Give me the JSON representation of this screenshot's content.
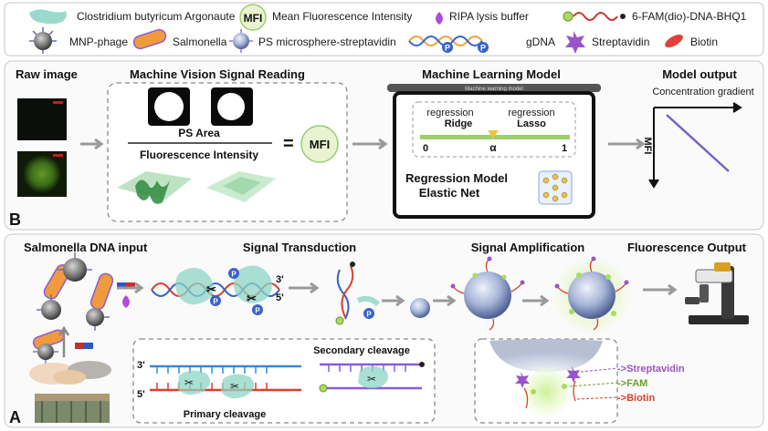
{
  "legend": {
    "row1": {
      "argonaute": "Clostridium butyricum Argonaute",
      "mfi": "Mean Fluorescence Intensity",
      "mfi_badge": "MFI",
      "ripa": "RIPA lysis buffer",
      "probe": "6-FAM(dio)-DNA-BHQ1"
    },
    "row2": {
      "mnp": "MNP-phage",
      "salmonella": "Salmonella",
      "ps": "PS microsphere-streptavidin",
      "gdna": "gDNA",
      "gdna_p": "P",
      "streptavidin": "Streptavidin",
      "biotin": "Biotin"
    }
  },
  "panel_b": {
    "letter": "B",
    "raw_image": {
      "title": "Raw image"
    },
    "signal_reading": {
      "title": "Machine Vision Signal Reading",
      "numerator": "Fluorescence Intensity",
      "denominator": "PS Area",
      "equals": "=",
      "result": "MFI"
    },
    "ml_model": {
      "title": "Machine Learning Model",
      "screen_caption": "Machine learning model",
      "ridge": "Ridge",
      "ridge_sub": "regression",
      "lasso": "Lasso",
      "lasso_sub": "regression",
      "scale_left": "0",
      "scale_mid": "α",
      "scale_right": "1",
      "elastic_line1": "Elastic Net",
      "elastic_line2": "Regression Model"
    },
    "output": {
      "title": "Model output",
      "subtitle": "Concentration gradient",
      "ylabel": "MFI"
    }
  },
  "panel_a": {
    "letter": "A",
    "dna_input": {
      "title": "Salmonella DNA input"
    },
    "transduction": {
      "title": "Signal Transduction",
      "end3": "3'",
      "end5": "5'",
      "p": "P"
    },
    "amplification": {
      "title": "Signal Amplification"
    },
    "fluor_output": {
      "title": "Fluorescence Output"
    },
    "cleavage": {
      "primary": "Primary cleavage",
      "secondary": "Secondary cleavage",
      "end3": "3'",
      "end5": "5'"
    },
    "zoom_labels": {
      "streptavidin": "->Streptavidin",
      "fam": "->FAM",
      "biotin": "->Biotin"
    }
  },
  "colors": {
    "argonaute": "#8ed6c6",
    "mfi_circle": "#e8f3d0",
    "ripa": "#b24ad8",
    "salmonella": "#f09a3e",
    "ps_bead": "#7a8fc4",
    "streptavidin": "#9a54c8",
    "biotin": "#e0403a",
    "dna_red": "#d8402c",
    "dna_blue": "#3462c4",
    "fam_green": "#a8dc5a",
    "scale_bar": "#9ccf6a",
    "alpha_marker": "#f0c23c",
    "output_line": "#7a62c8"
  }
}
